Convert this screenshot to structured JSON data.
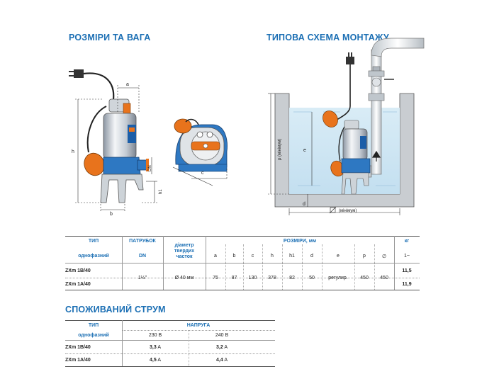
{
  "headings": {
    "dimensions_weight": "РОЗМІРИ ТА ВАГА",
    "installation": "ТИПОВА СХЕМА МОНТАЖУ",
    "current": "СПОЖИВАНИЙ СТРУМ"
  },
  "diagram_labels": {
    "a": "a",
    "b": "b",
    "c": "c",
    "h": "h",
    "h1": "h1",
    "dn": "DN",
    "e": "e",
    "d": "d",
    "p_min": "p (мінімум)",
    "diam_min": "(мінімум)"
  },
  "dims_table": {
    "type_label": "ТИП",
    "phase_label": "однофазний",
    "outlet_label": "ПАТРУБОК",
    "outlet_sub": "DN",
    "solids_label": "діаметр твердих часток",
    "dims_label": "РОЗМІРИ, мм",
    "kg_label": "кг",
    "dim_cols": [
      "a",
      "b",
      "c",
      "h",
      "h1",
      "d",
      "e",
      "p",
      "∅"
    ],
    "phase_sym": "1~",
    "outlet_value": "1½\"",
    "solids_value": "Ø 40 мм",
    "dim_values": [
      "75",
      "87",
      "130",
      "378",
      "82",
      "50",
      "регулир.",
      "450",
      "450"
    ],
    "rows": [
      {
        "model": "ZXm 1B/40",
        "kg": "11,5"
      },
      {
        "model": "ZXm 1A/40",
        "kg": "11,9"
      }
    ]
  },
  "current_table": {
    "type_label": "ТИП",
    "voltage_label": "НАПРУГА",
    "phase_label": "однофазний",
    "v1": "230 В",
    "v2": "240 В",
    "rows": [
      {
        "model": "ZXm 1B/40",
        "a1": "3,3",
        "a2": "3,2",
        "unit": "A"
      },
      {
        "model": "ZXm 1A/40",
        "a1": "4,5",
        "a2": "4,4",
        "unit": "A"
      }
    ]
  }
}
